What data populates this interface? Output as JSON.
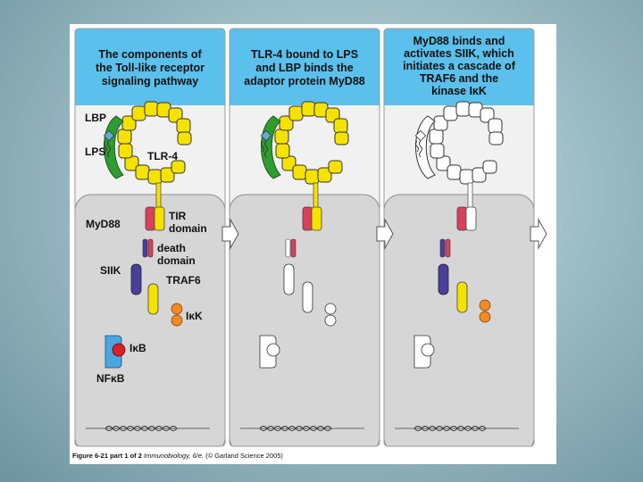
{
  "panels": [
    {
      "header": [
        "The components of",
        "the Toll-like receptor",
        "signaling pathway"
      ]
    },
    {
      "header": [
        "TLR-4 bound to LPS",
        "and LBP binds the",
        "adaptor protein MyD88"
      ]
    },
    {
      "header": [
        "MyD88 binds and",
        "activates SIIK, which",
        "initiates a cascade of",
        "TRAF6 and the",
        "kinase IκK"
      ]
    }
  ],
  "labels": {
    "lbp": "LBP",
    "lps": "LPS",
    "tlr4": "TLR-4",
    "myd88": "MyD88",
    "tir_1": "TIR",
    "tir_2": "domain",
    "death_1": "death",
    "death_2": "domain",
    "siik": "SIIK",
    "traf6": "TRAF6",
    "ikk": "IκK",
    "ikb": "IκB",
    "nfkb": "NFκB"
  },
  "caption": {
    "figure": "Figure 6-21 part 1 of 2",
    "book": "Immunobiology, 6/e.",
    "credit": "(© Garland Science 2005)"
  },
  "colors": {
    "header_blue": "#5bc0eb",
    "cell_gray": "#d6d6d6",
    "outside_gray": "#f1f1f1",
    "tlr_yellow": "#f5e200",
    "lbp_green": "#2e9c2e",
    "myd88_red": "#d9405a",
    "siik_blue": "#4a3f9a",
    "ikk_orange": "#f08a24",
    "nfkb_blue": "#4aa6e0",
    "ikb_red": "#d8212a"
  }
}
